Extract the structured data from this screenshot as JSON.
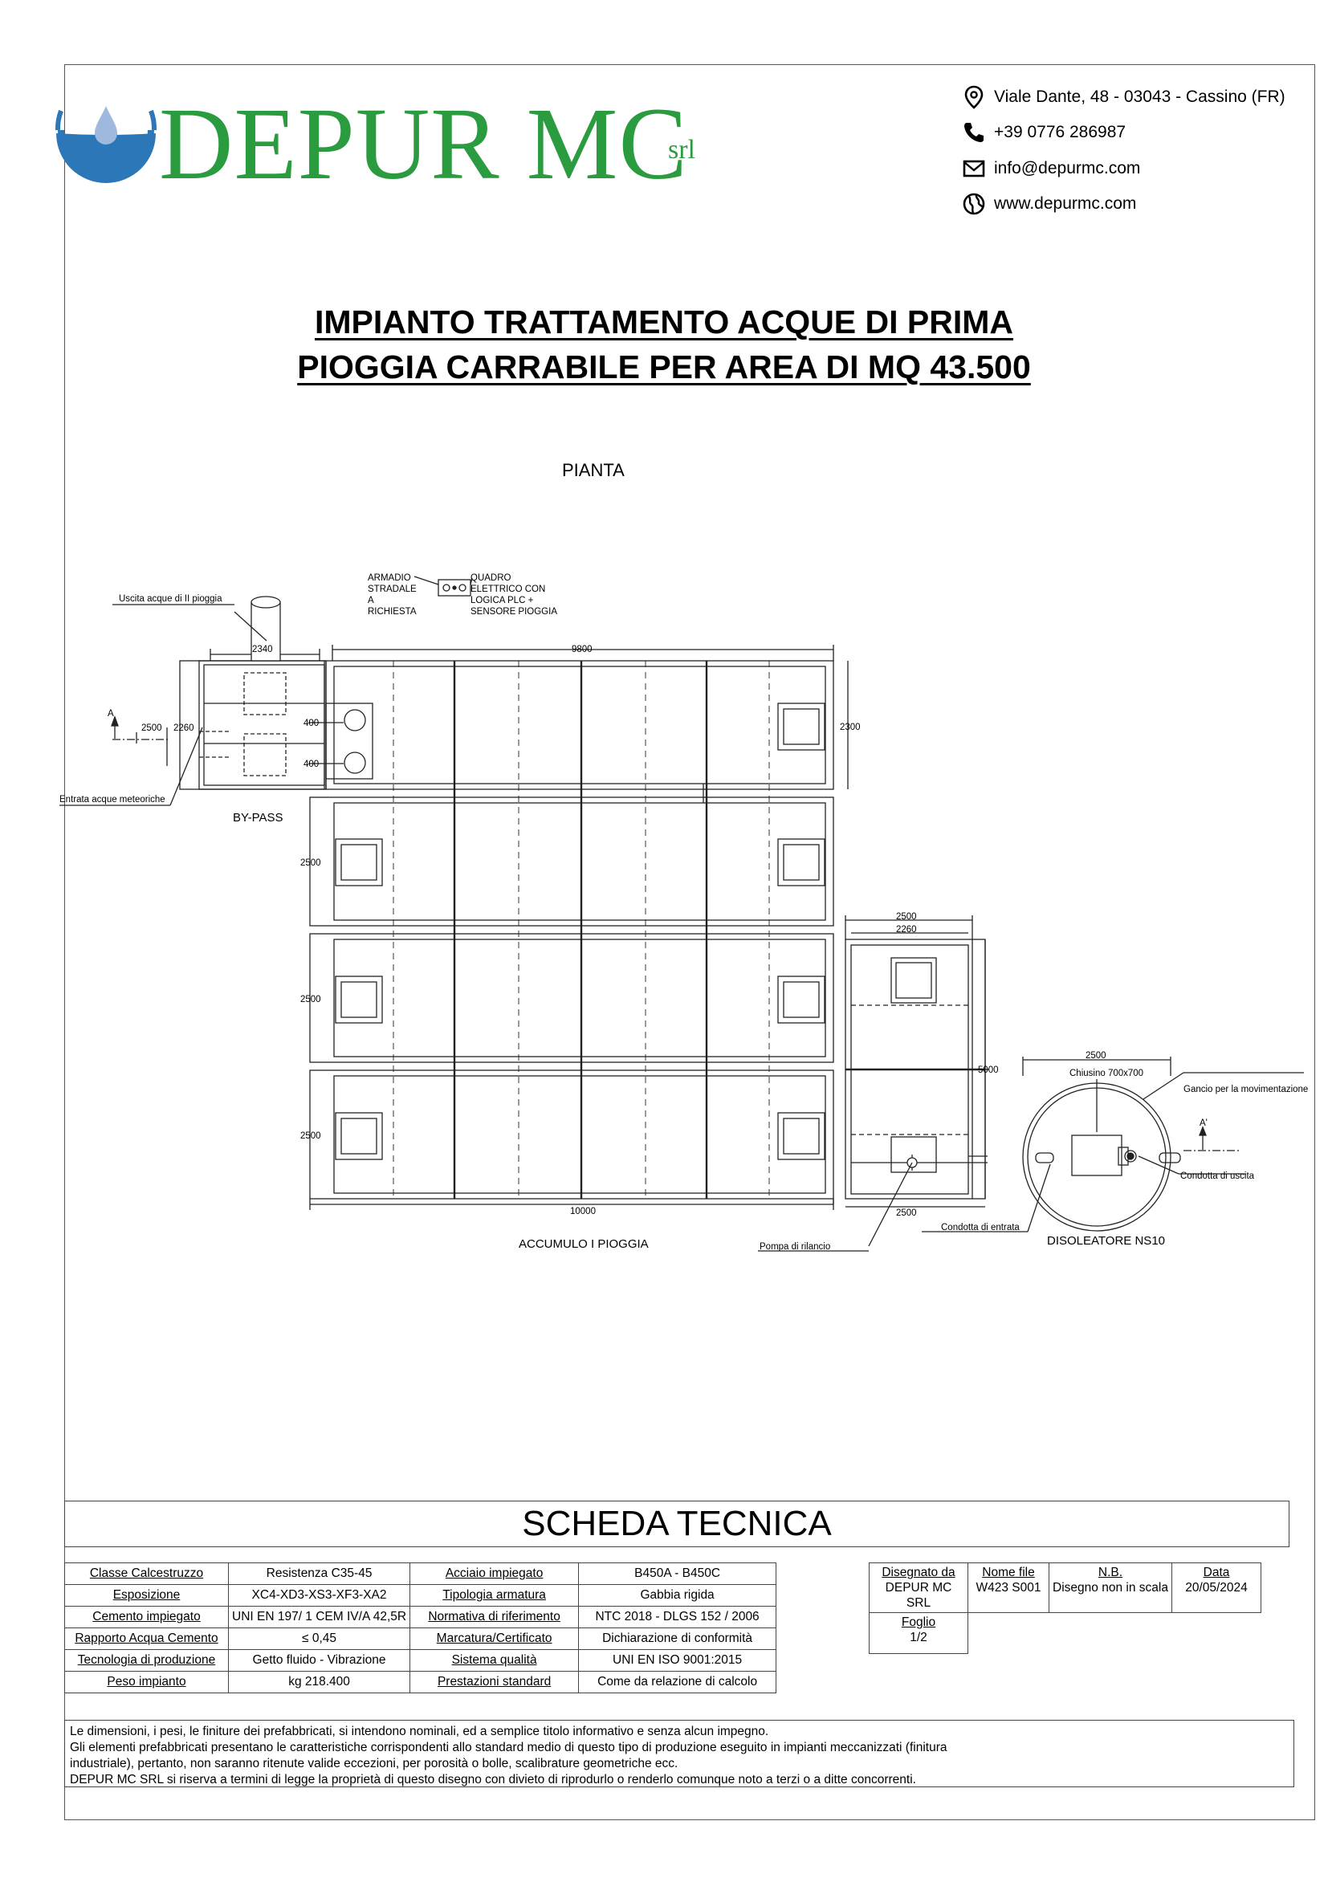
{
  "header": {
    "logo_text": "DEPUR MC",
    "logo_suffix": "srl",
    "address": "Viale Dante, 48 - 03043 - Cassino (FR)",
    "phone": "+39 0776 286987",
    "email": "info@depurmc.com",
    "website": "www.depurmc.com"
  },
  "colors": {
    "brand_green": "#2a9b3e",
    "brand_blue": "#2b77b8",
    "drop_light": "#9fb8de"
  },
  "title": {
    "line1": "IMPIANTO TRATTAMENTO ACQUE DI PRIMA",
    "line2": "PIOGGIA CARRABILE PER AREA DI MQ 43.500"
  },
  "drawing": {
    "view_label": "PIANTA",
    "labels": {
      "armadio": [
        "ARMADIO",
        "STRADALE",
        "A",
        "RICHIESTA"
      ],
      "quadro": [
        "QUADRO",
        "ELETTRICO CON",
        "LOGICA PLC +",
        "SENSORE PIOGGIA"
      ],
      "uscita_ii": "Uscita acque di II pioggia",
      "entrata_meteoriche": "Entrata acque meteoriche",
      "bypass": "BY-PASS",
      "accumulo": "ACCUMULO I PIOGGIA",
      "pompa": "Pompa di rilancio",
      "condotta_entrata": "Condotta di entrata",
      "condotta_uscita": "Condotta di uscita",
      "gancio": "Gancio per la movimentazione",
      "chiusino": "Chiusino 700x700",
      "disoleatore": "DISOLEATORE NS10",
      "section_a": "A",
      "section_a1": "A'"
    },
    "dims": {
      "d2340": "2340",
      "d9800": "9800",
      "d2500a": "2500",
      "d2260a": "2260",
      "d400a": "400",
      "d400b": "400",
      "d2300": "2300",
      "d2500b": "2500",
      "d2500c": "2500",
      "d2500d": "2500",
      "d10000": "10000",
      "d2500e": "2500",
      "d2260b": "2260",
      "d5000": "5000",
      "d2500f": "2500",
      "d2500g": "2500"
    }
  },
  "scheda": {
    "title": "SCHEDA TECNICA",
    "rows": [
      [
        "Classe Calcestruzzo",
        "Resistenza C35-45",
        "Acciaio impiegato",
        "B450A - B450C"
      ],
      [
        "Esposizione",
        "XC4-XD3-XS3-XF3-XA2",
        "Tipologia armatura",
        "Gabbia rigida"
      ],
      [
        "Cemento impiegato",
        "UNI EN 197/ 1 CEM IV/A 42,5R",
        "Normativa di riferimento",
        "NTC 2018 - DLGS 152 / 2006"
      ],
      [
        "Rapporto Acqua Cemento",
        "≤ 0,45",
        "Marcatura/Certificato",
        "Dichiarazione di conformità"
      ],
      [
        "Tecnologia di produzione",
        "Getto fluido - Vibrazione",
        "Sistema qualità",
        "UNI EN ISO 9001:2015"
      ],
      [
        "Peso impianto",
        "kg 218.400",
        "Prestazioni standard",
        "Come da relazione di calcolo"
      ]
    ],
    "info": {
      "disegnato_label": "Disegnato da",
      "disegnato_value": "DEPUR MC SRL",
      "nome_label": "Nome file",
      "nome_value": "W423 S001",
      "nb_label": "N.B.",
      "nb_value": "Disegno non in scala",
      "data_label": "Data",
      "data_value": "20/05/2024",
      "foglio_label": "Foglio",
      "foglio_value": "1/2"
    }
  },
  "notes": [
    "Le dimensioni, i pesi, le finiture dei prefabbricati, si intendono nominali, ed a semplice titolo informativo e senza alcun impegno.",
    "Gli elementi prefabbricati presentano le caratteristiche corrispondenti allo standard medio di questo tipo di produzione eseguito in impianti meccanizzati (finitura",
    "industriale), pertanto, non saranno ritenute valide eccezioni, per porosità o bolle, scalibrature geometriche ecc.",
    "DEPUR MC SRL si riserva a termini di legge la proprietà di questo disegno con divieto di riprodurlo o renderlo comunque noto a terzi o a ditte concorrenti."
  ]
}
